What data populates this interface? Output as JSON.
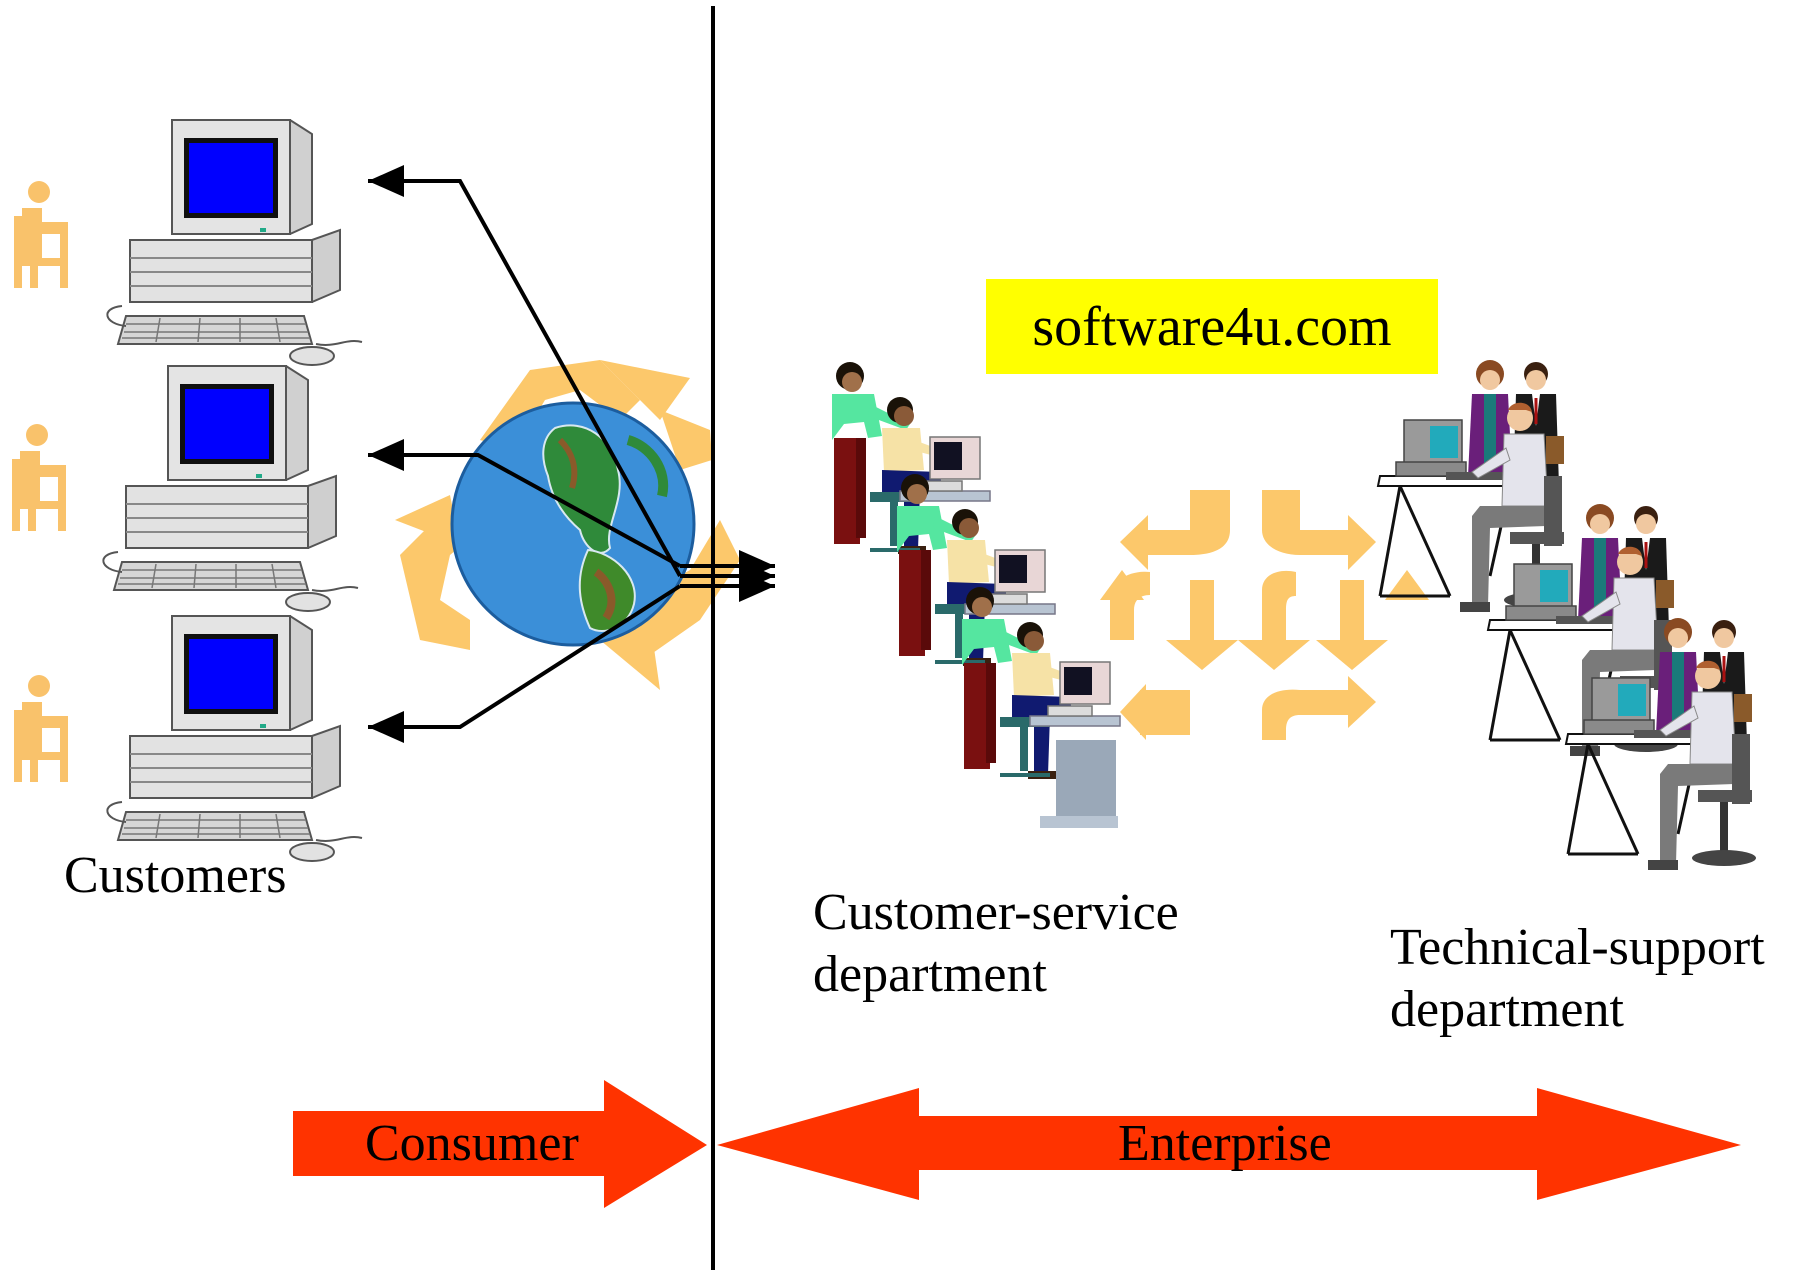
{
  "labels": {
    "customers": "Customers",
    "customer_service": "Customer-service\ndepartment",
    "technical_support": "Technical-support\ndepartment",
    "consumer": "Consumer",
    "enterprise": "Enterprise"
  },
  "watermark": "software4u.com",
  "colors": {
    "banner_arrow": "#ff3300",
    "recycle_arrows": "#fcc86b",
    "highlight": "#ffff00",
    "screen": "#0000ff",
    "globe_ocean": "#3b8fd8",
    "land": "#2f8a3a"
  },
  "icons": [
    "person-seated-icon",
    "desktop-computer-icon",
    "globe-icon",
    "recycle-arrows-icon",
    "workstation-icon",
    "business-people-icon"
  ]
}
